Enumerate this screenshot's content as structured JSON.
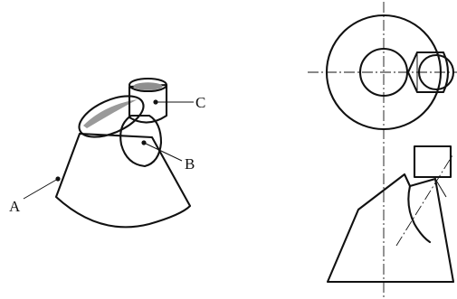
{
  "labels": {
    "a": "A",
    "b": "B",
    "c": "C"
  },
  "colors": {
    "line": "#111111",
    "shade_light": "#f2f2f2",
    "shade_mid": "#c9c9c9",
    "shade_dark": "#8d8d8d"
  }
}
